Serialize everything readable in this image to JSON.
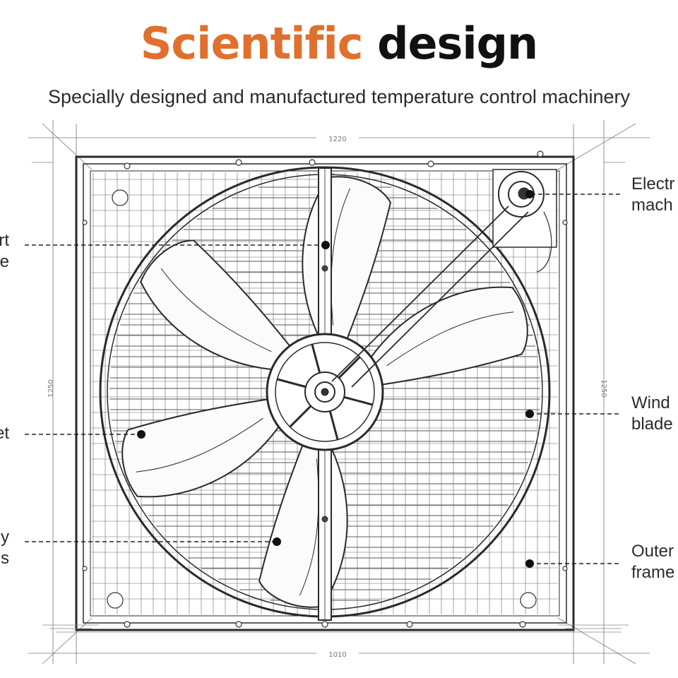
{
  "title": {
    "accent": "Scientific",
    "rest": "design",
    "accent_color": "#e0702d"
  },
  "subtitle": "Specially designed and manufactured temperature control machinery",
  "dimension_labels": {
    "top": "1220",
    "bottom": "1010",
    "left": "1250",
    "right": "1250"
  },
  "callouts_right": [
    {
      "line1": "Electr",
      "line2": "mach"
    },
    {
      "line1": "Wind",
      "line2": "blade"
    },
    {
      "line1": "Outer",
      "line2": "frame"
    }
  ],
  "callouts_left": [
    {
      "line1": "rt",
      "line2": "e"
    },
    {
      "line1": "et",
      "line2": ""
    },
    {
      "line1": "y",
      "line2": "s"
    }
  ]
}
